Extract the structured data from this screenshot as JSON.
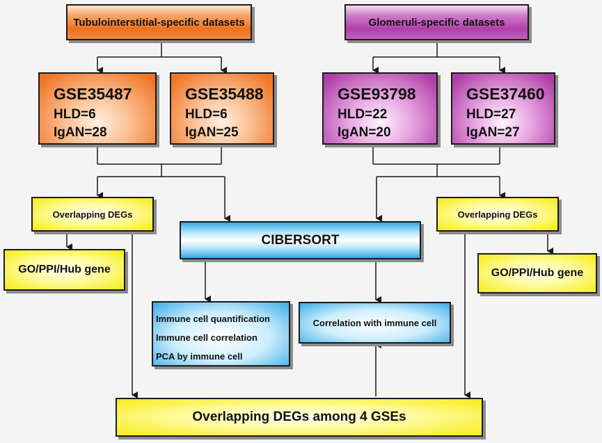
{
  "top_boxes": {
    "tubulo": "Tubulointerstitial-specific datasets",
    "glom": "Glomeruli-specific datasets"
  },
  "datasets": [
    {
      "id": "GSE35487",
      "hld": "HLD=6",
      "igan": "IgAN=28"
    },
    {
      "id": "GSE35488",
      "hld": "HLD=6",
      "igan": "IgAN=25"
    },
    {
      "id": "GSE93798",
      "hld": "HLD=22",
      "igan": "IgAN=20"
    },
    {
      "id": "GSE37460",
      "hld": "HLD=27",
      "igan": "IgAN=27"
    }
  ],
  "overlap_left": "Overlapping DEGs",
  "overlap_right": "Overlapping DEGs",
  "go_left": "GO/PPI/Hub gene",
  "go_right": "GO/PPI/Hub gene",
  "cibersort": "CIBERSORT",
  "immune_list": [
    "Immune cell quantification",
    "Immune cell correlation",
    "PCA by immune cell"
  ],
  "correlation": "Correlation with immune cell",
  "bottom": "Overlapping DEGs among 4 GSEs",
  "colors": {
    "orange": "#f07020",
    "purple": "#b03fa9",
    "yellow": "#f5ec14",
    "blue": "#2fa8e6"
  }
}
